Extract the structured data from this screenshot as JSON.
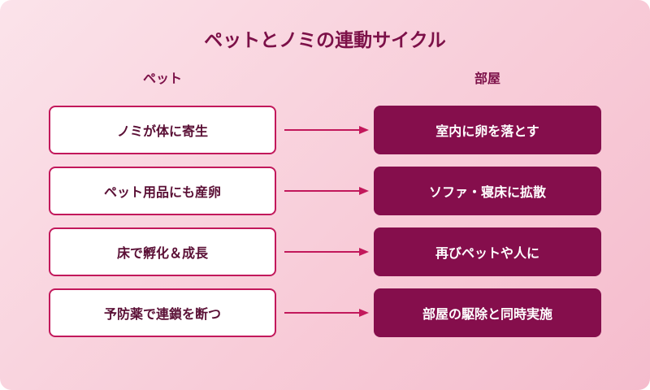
{
  "title": "ペットとノミの連動サイクル",
  "columns": {
    "left": "ペット",
    "right": "部屋"
  },
  "colors": {
    "accent": "#c2185b",
    "dark": "#850e4c",
    "text": "#7c1048"
  },
  "rows": [
    {
      "left": "ノミが体に寄生",
      "right": "室内に卵を落とす"
    },
    {
      "left": "ペット用品にも産卵",
      "right": "ソファ・寝床に拡散"
    },
    {
      "left": "床で孵化＆成長",
      "right": "再びペットや人に"
    },
    {
      "left": "予防薬で連鎖を断つ",
      "right": "部屋の駆除と同時実施"
    }
  ]
}
